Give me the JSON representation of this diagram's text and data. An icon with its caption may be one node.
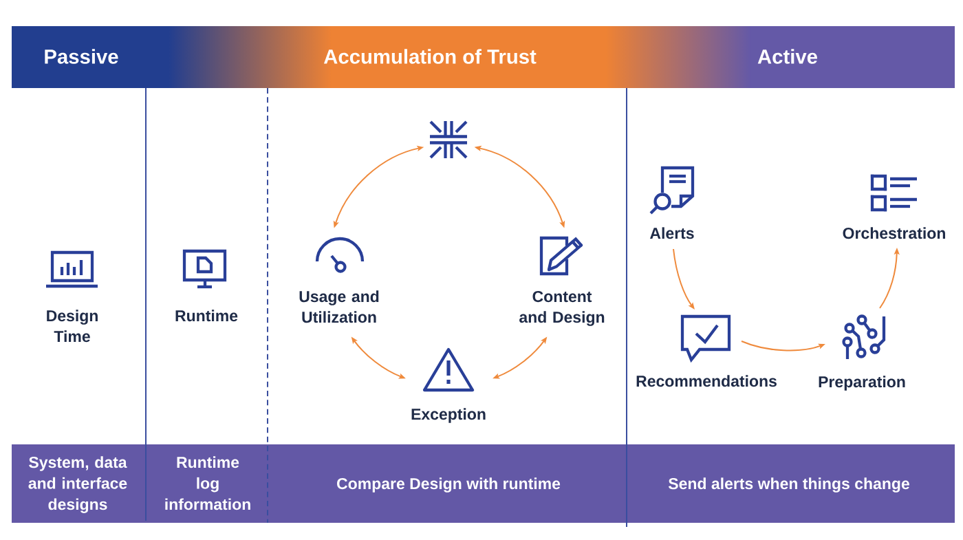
{
  "diagram": {
    "nodes": [
      {
        "text": [
          "Passive",
          "Accumulation of Trust",
          "Active"
        ]
      },
      {
        "text": [],
        "shape": "picture"
      },
      {
        "text": [
          "Usage and Utilization"
        ]
      },
      {
        "text": [
          "Content and Design"
        ]
      },
      {
        "text": [
          "Exception"
        ]
      },
      {
        "text": [
          "Alerts"
        ]
      },
      {
        "text": [
          "Recommendations"
        ]
      },
      {
        "text": [
          "Preparation"
        ]
      },
      {
        "text": [
          "Orchestration"
        ]
      },
      {
        "text": [
          "System, data and interface designs",
          "Runtime log information",
          "Compare Design with runtime",
          "Send alerts when things change"
        ]
      }
    ],
    "edges": [
      {
        "from": 1,
        "to": 2,
        "arrow": "both"
      },
      {
        "from": 1,
        "to": 3,
        "arrow": "both"
      },
      {
        "from": 2,
        "to": 4,
        "arrow": "both"
      },
      {
        "from": 3,
        "to": 4,
        "arrow": "both"
      },
      {
        "from": 5,
        "to": 6,
        "arrow": "to"
      },
      {
        "from": 6,
        "to": 7,
        "arrow": "to"
      },
      {
        "from": 7,
        "to": 8,
        "arrow": "to"
      }
    ],
    "labels": [
      "Design Time",
      "Runtime"
    ]
  }
}
